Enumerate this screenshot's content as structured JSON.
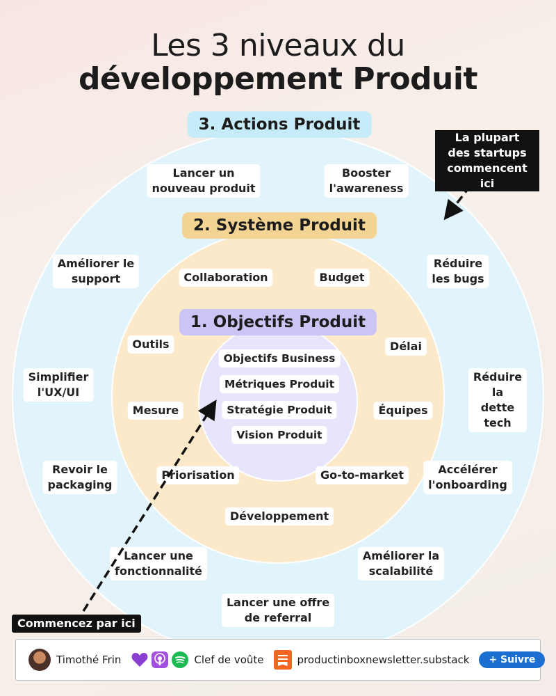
{
  "title": {
    "line1": "Les 3 niveaux du",
    "line2": "développement Produit"
  },
  "levels": {
    "actions": "3. Actions Produit",
    "system": "2. Système Produit",
    "objectives": "1. Objectifs Produit"
  },
  "outer_ring": {
    "items": [
      "Lancer un\nnouveau produit",
      "Booster\nl'awareness",
      "Améliorer le\nsupport",
      "Réduire\nles bugs",
      "Simplifier\nl'UX/UI",
      "Réduire la\ndette tech",
      "Revoir le\npackaging",
      "Accélérer\nl'onboarding",
      "Lancer une\nfonctionnalité",
      "Améliorer la\nscalabilité",
      "Lancer une offre\nde referral"
    ]
  },
  "middle_ring": {
    "items": [
      "Collaboration",
      "Budget",
      "Outils",
      "Délai",
      "Mesure",
      "Équipes",
      "Priorisation",
      "Go-to-market",
      "Développement"
    ]
  },
  "inner_ring": {
    "items": [
      "Objectifs Business",
      "Métriques Produit",
      "Stratégie Produit",
      "Vision Produit"
    ]
  },
  "callouts": {
    "most_startups": "La plupart\ndes startups\ncommencent ici",
    "start_here": "Commencez par ici"
  },
  "footer": {
    "author": "Timothé Frin",
    "podcast": "Clef de voûte",
    "site": "productinboxnewsletter.substack",
    "follow": "+ Suivre",
    "icons": [
      "heart-icon",
      "podcast-icon",
      "spotify-icon",
      "substack-icon"
    ]
  },
  "colors": {
    "outer": "#e1f3fb",
    "middle": "#fbe9c9",
    "inner": "#e6e5fb",
    "pill_actions": "#c7ecf9",
    "pill_system": "#f3d493",
    "pill_objectives": "#cac5f4"
  }
}
